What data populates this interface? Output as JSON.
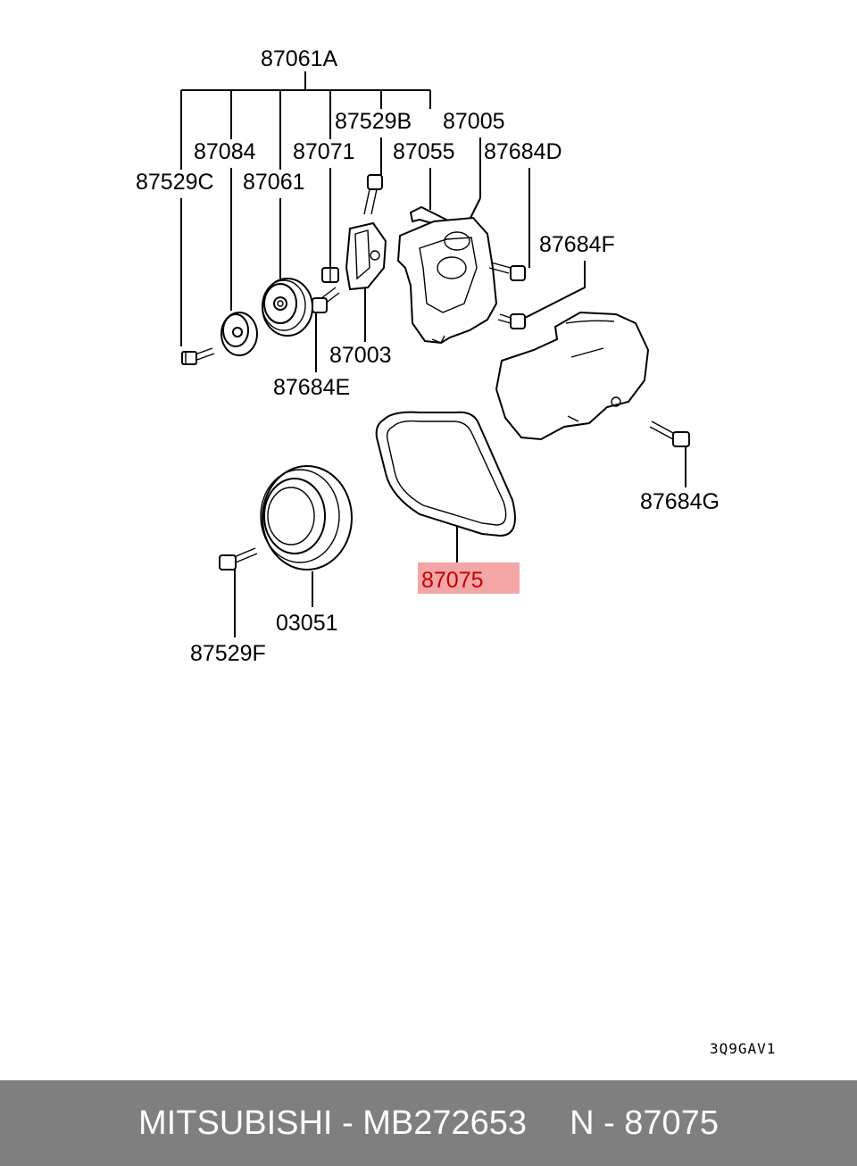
{
  "labels": {
    "p87061A": "87061A",
    "p87529B": "87529B",
    "p87005": "87005",
    "p87084": "87084",
    "p87071": "87071",
    "p87055": "87055",
    "p87684D": "87684D",
    "p87529C": "87529C",
    "p87061": "87061",
    "p87684F": "87684F",
    "p87003": "87003",
    "p87684E": "87684E",
    "p87684G": "87684G",
    "p87075": "87075",
    "p03051": "03051",
    "p87529F": "87529F"
  },
  "drawing_code": "3Q9GAV1",
  "highlight_color": "#f4a6a6",
  "footer": {
    "left": "MITSUBISHI - MB272653",
    "right": "N - 87075"
  }
}
